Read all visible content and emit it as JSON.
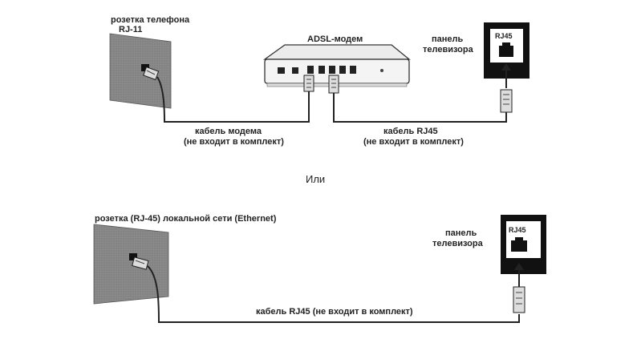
{
  "top": {
    "wall_jack_label": "розетка телефона",
    "wall_jack_type": "RJ-11",
    "modem_label": "ADSL-модем",
    "tv_panel_label_line1": "панель",
    "tv_panel_label_line2": "телевизора",
    "tv_port_label": "RJ45",
    "modem_cable_label_line1": "кабель модема",
    "modem_cable_label_line2": "(не входит в комплект)",
    "rj45_cable_label_line1": "кабель RJ45",
    "rj45_cable_label_line2": "(не входит в комплект)"
  },
  "separator": "Или",
  "bottom": {
    "wall_jack_label": "розетка (RJ-45) локальной сети (Ethernet)",
    "tv_panel_label_line1": "панель",
    "tv_panel_label_line2": "телевизора",
    "tv_port_label": "RJ45",
    "cable_label": "кабель RJ45 (не входит в комплект)"
  }
}
